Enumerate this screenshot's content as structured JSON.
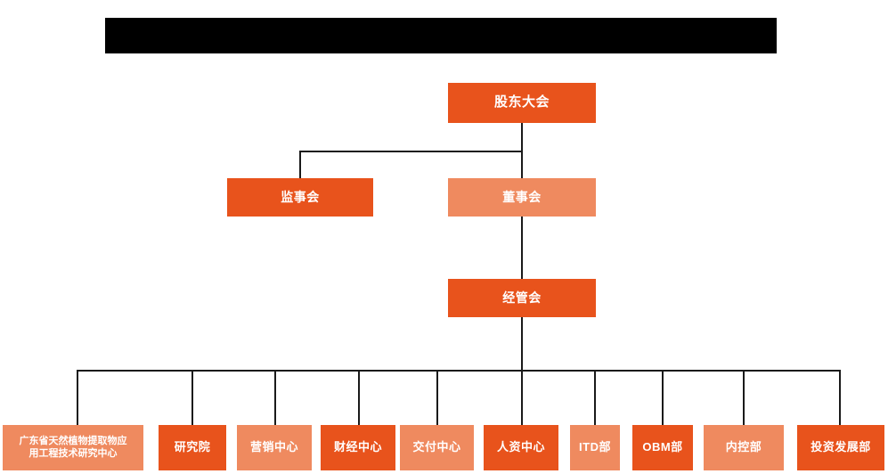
{
  "chart": {
    "type": "org-chart",
    "title_bar": {
      "label": "",
      "redacted": true
    },
    "colors": {
      "dark": "#E8531C",
      "light": "#EF8A5F",
      "line": "#1a1a1a",
      "background": "#ffffff",
      "text": "#ffffff"
    },
    "nodes": {
      "shareholders_meeting": "股东大会",
      "board_of_supervisors": "监事会",
      "board_of_directors": "董事会",
      "management_committee": "经管会",
      "departments": [
        {
          "label_line1": "广东省天然植物提取物应",
          "label_line2": "用工程技术研究中心",
          "tone": "light"
        },
        {
          "label": "研究院",
          "tone": "dark"
        },
        {
          "label": "营销中心",
          "tone": "light"
        },
        {
          "label": "财经中心",
          "tone": "dark"
        },
        {
          "label": "交付中心",
          "tone": "light"
        },
        {
          "label": "人资中心",
          "tone": "dark"
        },
        {
          "label": "ITD部",
          "tone": "light"
        },
        {
          "label": "OBM部",
          "tone": "dark"
        },
        {
          "label": "内控部",
          "tone": "light"
        },
        {
          "label": "投资发展部",
          "tone": "dark"
        }
      ]
    }
  }
}
